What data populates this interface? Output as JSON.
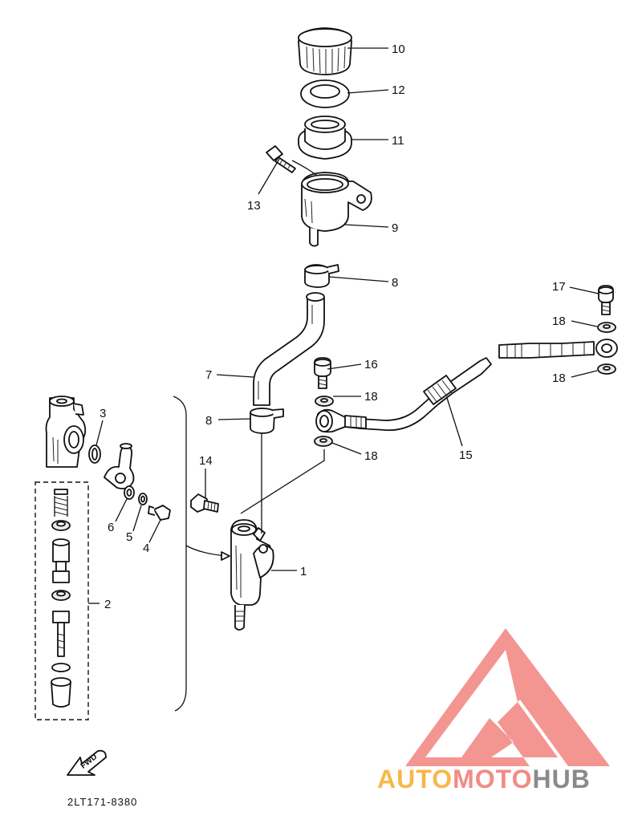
{
  "part_labels": {
    "p1": "1",
    "p2": "2",
    "p3": "3",
    "p4": "4",
    "p5": "5",
    "p6": "6",
    "p7": "7",
    "p8a": "8",
    "p8b": "8",
    "p9": "9",
    "p10": "10",
    "p11": "11",
    "p12": "12",
    "p13": "13",
    "p14": "14",
    "p15": "15",
    "p16": "16",
    "p17": "17",
    "p18a": "18",
    "p18b": "18",
    "p18c": "18",
    "p18d": "18"
  },
  "fwd_label": "FWD",
  "drawing_code": "2LT171-8380",
  "watermark": {
    "part1": "AUTO",
    "part2": "MOTO",
    "part3": "HUB",
    "colors": {
      "auto": "#f7b84a",
      "moto": "#f28b85",
      "hub": "#8a8a8a",
      "emblem": "#f28b85"
    }
  }
}
